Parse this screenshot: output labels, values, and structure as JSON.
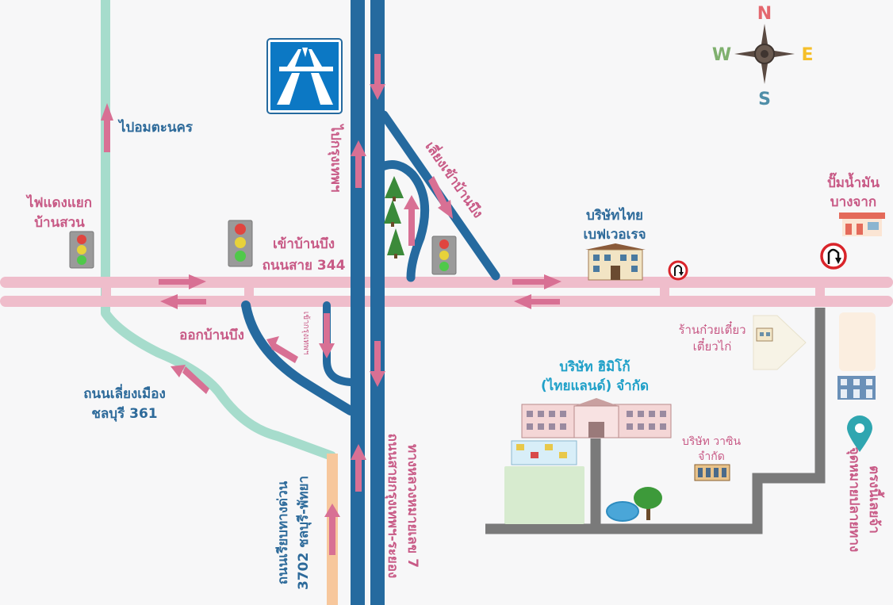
{
  "compass": {
    "north": "N",
    "south": "S",
    "east": "E",
    "west": "W"
  },
  "colors": {
    "highway_blue": "#256a9f",
    "local_road_pink": "#efbdcb",
    "arrow_pink": "#d87094",
    "green_road": "#9fdcca",
    "orange_road": "#f7c79c",
    "gray_road": "#7a7a7a",
    "label_pink": "#c85a86",
    "label_blue": "#2d6a9a",
    "label_cyan": "#1fa0c8"
  },
  "labels": {
    "to_amata": "ไปอมตะนคร",
    "to_bangkok_top": "ไปกรุงเทพฯ",
    "bypass_ban_bueng": "เลี่ยงเข้าบ้านบึง",
    "traffic_light_ban_suan": [
      "ไฟแดงแยก",
      "บ้านสวน"
    ],
    "enter_ban_bueng": [
      "เข้าบ้านบึง",
      "ถนนสาย 344"
    ],
    "exit_ban_bueng": "ออกบ้านบึง",
    "enter_bangkok_small": "เข้ากรุงเทพฯ",
    "chonburi_bypass": [
      "ถนนเลี่ยงเมือง",
      "ชลบุรี 361"
    ],
    "motorway_7002": [
      "ถนนเรียบทางด่วน",
      "3702 ชลบุรี-พัทยา"
    ],
    "highway_7": [
      "ถนนสายกรุงเทพฯ-ระยอง",
      "ทางหลวงหมายเลข 7"
    ],
    "thai_beverage": [
      "บริษัทไทย",
      "เบฟเวอเรจ"
    ],
    "gas_station": [
      "ปั๊มน้ำมัน",
      "บางจาก"
    ],
    "noodle_shop": [
      "ร้านก๋วยเตี๋ยว",
      "เตี๋ยวไก่"
    ],
    "himiko": [
      "บริษัท ฮิมิโก้",
      "(ไทยแลนด์) จำกัด"
    ],
    "vasin": [
      "บริษัท วาซิน",
      "จำกัด"
    ],
    "destination": [
      "จุดหมายปลายทาง",
      "ตรงนี้เลยจ้า"
    ]
  }
}
